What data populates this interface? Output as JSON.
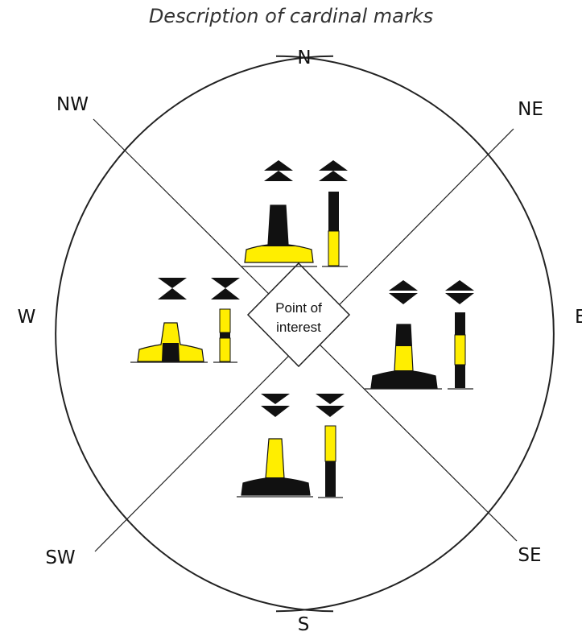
{
  "title": "Description of cardinal marks",
  "directions": {
    "n": "N",
    "ne": "NE",
    "e": "E",
    "se": "SE",
    "s": "S",
    "sw": "SW",
    "w": "W",
    "nw": "NW"
  },
  "center": {
    "line1": "Point of",
    "line2": "interest"
  },
  "colors": {
    "black": "#111111",
    "yellow": "#ffee00",
    "line": "#222222"
  }
}
